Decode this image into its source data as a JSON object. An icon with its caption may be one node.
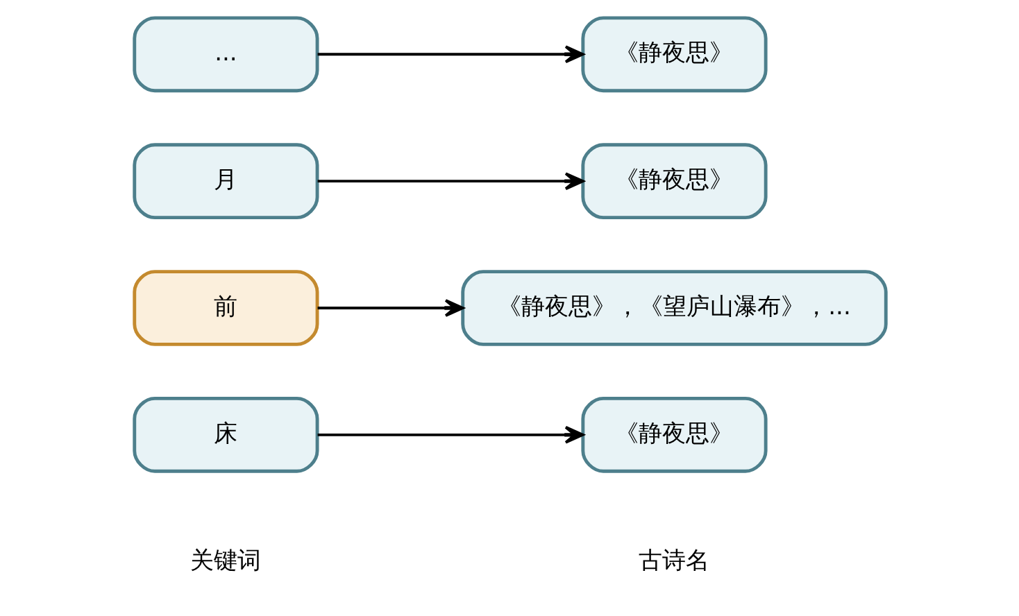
{
  "diagram": {
    "nodes": [
      {
        "text": [
          "床"
        ]
      },
      {
        "text": [
          "《静夜思》"
        ]
      },
      {
        "text": [
          "前"
        ]
      },
      {
        "text": [
          "《静夜思》，《望庐山瀑布》，..."
        ]
      },
      {
        "text": [
          "月"
        ]
      },
      {
        "text": [
          "《静夜思》"
        ]
      },
      {
        "text": [
          "..."
        ]
      },
      {
        "text": [
          "《静夜思》"
        ]
      }
    ],
    "edges": [
      {
        "from": 0,
        "to": 1,
        "arrow": "to"
      },
      {
        "from": 2,
        "to": 3,
        "arrow": "to"
      },
      {
        "from": 4,
        "to": 5,
        "arrow": "to"
      },
      {
        "from": 6,
        "to": 7,
        "arrow": "to"
      }
    ],
    "labels": [
      "关键词",
      "古诗名"
    ]
  }
}
